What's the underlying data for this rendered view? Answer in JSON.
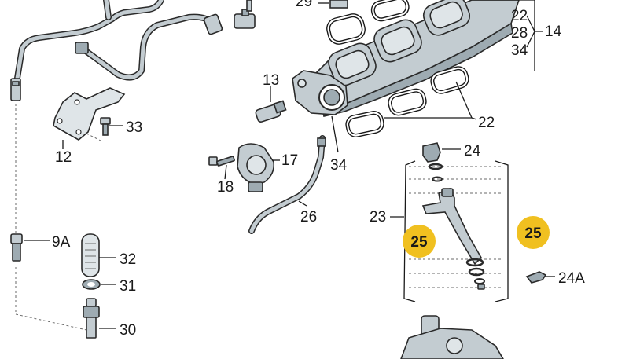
{
  "labels": {
    "l29": "29",
    "l22_top": "22",
    "l28": "28",
    "l34_top": "34",
    "l14": "14",
    "l13": "13",
    "l22_gasket": "22",
    "l33": "33",
    "l12": "12",
    "l24": "24",
    "l17": "17",
    "l34_hose": "34",
    "l18": "18",
    "l23": "23",
    "l26": "26",
    "l9a": "9A",
    "l32": "32",
    "l31": "31",
    "l24a": "24A",
    "l30": "30"
  },
  "badges": {
    "left": "25",
    "right": "25"
  },
  "colors": {
    "badge_fill": "#f0c020",
    "part_fill": "#c3ccd1",
    "line": "#2a2a2a"
  }
}
